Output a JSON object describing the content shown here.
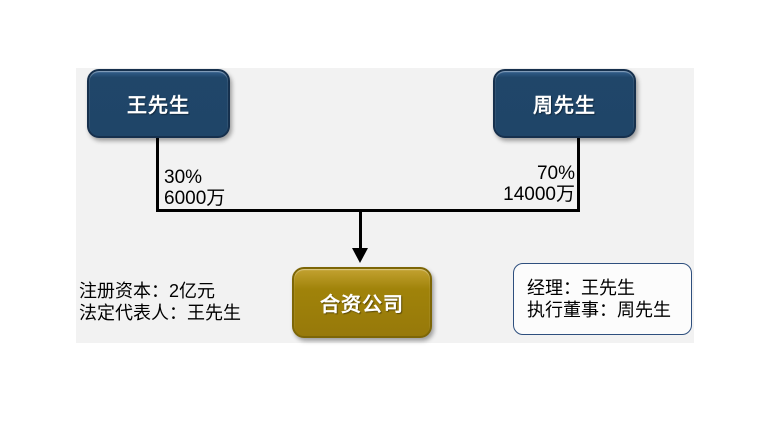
{
  "diagram_title": "equity-structure-diagram",
  "shareholders": [
    {
      "name": "王先生",
      "percent": "30%",
      "amount": "6000万"
    },
    {
      "name": "周先生",
      "percent": "70%",
      "amount": "14000万"
    }
  ],
  "company": {
    "name": "合资公司"
  },
  "registration": {
    "capital": "注册资本：2亿元",
    "legal_rep": "法定代表人：王先生"
  },
  "management": {
    "manager": "经理：王先生",
    "executive_director": "执行董事：周先生"
  },
  "colors": {
    "node_blue": "#1f4568",
    "node_gold": "#a0830a",
    "stage_gray": "#f2f2f2",
    "border_navy": "#2e4f7e",
    "connector_black": "#000000",
    "node_text": "#ffffff"
  }
}
